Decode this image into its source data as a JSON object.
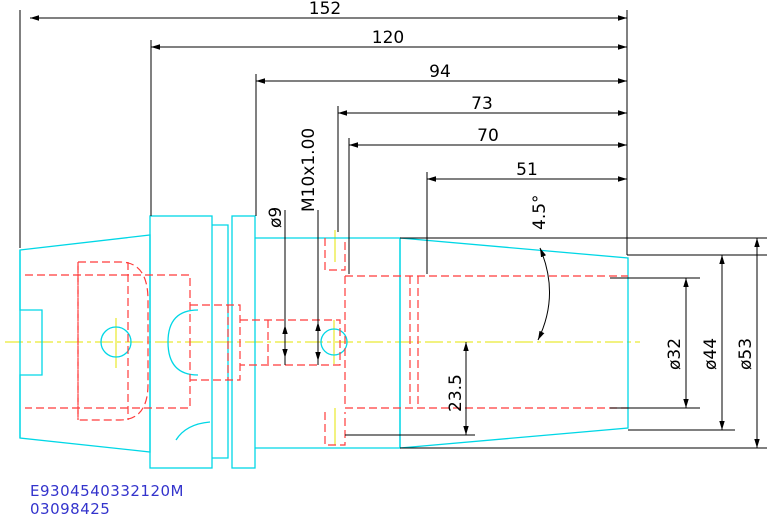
{
  "dimensions": {
    "overall_length": "152",
    "len_120": "120",
    "len_94": "94",
    "len_73": "73",
    "len_70": "70",
    "len_51": "51",
    "taper_angle": "4.5°",
    "bore_dia_9": "ø9",
    "thread": "M10x1.00",
    "dia_32": "ø32",
    "dia_44": "ø44",
    "dia_53": "ø53",
    "height_23_5": "23.5"
  },
  "notes": {
    "part_number": "E9304540332120M",
    "code": "03098425"
  },
  "colors": {
    "outline": "#00d7e6",
    "hidden": "#ff3b3b",
    "center": "#e6e600",
    "dimension": "#000000",
    "note_text": "#3333cc"
  }
}
